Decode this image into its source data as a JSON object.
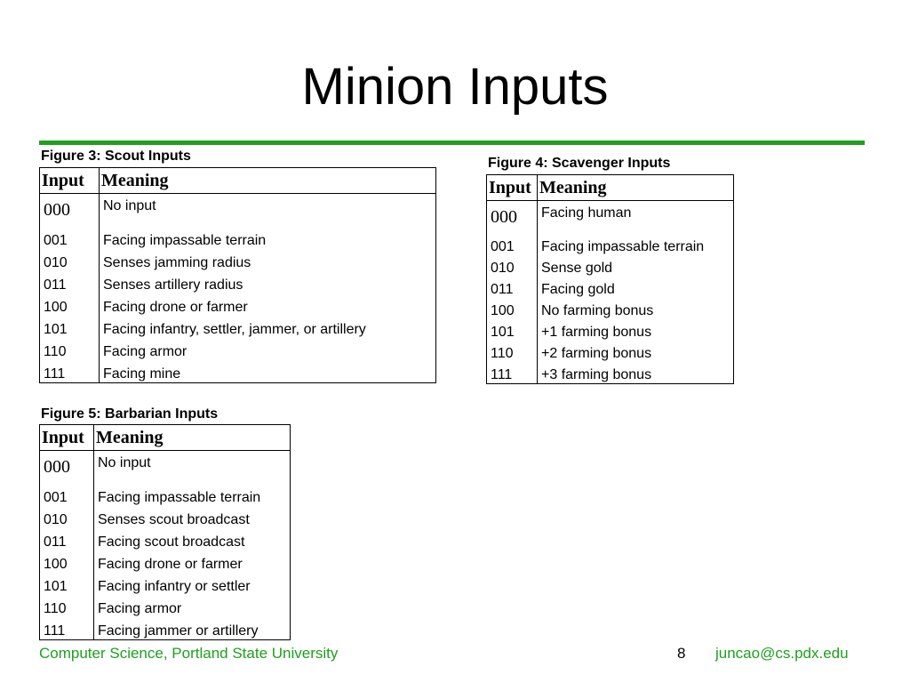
{
  "slide": {
    "title": "Minion Inputs",
    "accent_color": "#1ea01e",
    "page_number": "8",
    "footer_left": "Computer Science, Portland State University",
    "footer_right": "juncao@cs.pdx.edu"
  },
  "tables": {
    "scout": {
      "caption": "Figure 3: Scout Inputs",
      "headers": [
        "Input",
        "Meaning"
      ],
      "rows": [
        [
          "000",
          "No input"
        ],
        [
          "001",
          "Facing impassable terrain"
        ],
        [
          "010",
          "Senses jamming radius"
        ],
        [
          "011",
          "Senses artillery radius"
        ],
        [
          "100",
          "Facing drone or farmer"
        ],
        [
          "101",
          "Facing infantry, settler, jammer, or artillery"
        ],
        [
          "110",
          "Facing armor"
        ],
        [
          "111",
          "Facing mine"
        ]
      ]
    },
    "scavenger": {
      "caption": "Figure 4: Scavenger Inputs",
      "headers": [
        "Input",
        "Meaning"
      ],
      "rows": [
        [
          "000",
          "Facing human"
        ],
        [
          "001",
          "Facing impassable terrain"
        ],
        [
          "010",
          "Sense gold"
        ],
        [
          "011",
          "Facing gold"
        ],
        [
          "100",
          "No farming bonus"
        ],
        [
          "101",
          "+1 farming bonus"
        ],
        [
          "110",
          "+2 farming bonus"
        ],
        [
          "111",
          "+3 farming bonus"
        ]
      ]
    },
    "barbarian": {
      "caption": "Figure 5: Barbarian Inputs",
      "headers": [
        "Input",
        "Meaning"
      ],
      "rows": [
        [
          "000",
          "No input"
        ],
        [
          "001",
          "Facing impassable terrain"
        ],
        [
          "010",
          "Senses scout broadcast"
        ],
        [
          "011",
          "Facing scout broadcast"
        ],
        [
          "100",
          "Facing drone or farmer"
        ],
        [
          "101",
          "Facing infantry or settler"
        ],
        [
          "110",
          "Facing armor"
        ],
        [
          "111",
          "Facing jammer or artillery"
        ]
      ]
    }
  }
}
